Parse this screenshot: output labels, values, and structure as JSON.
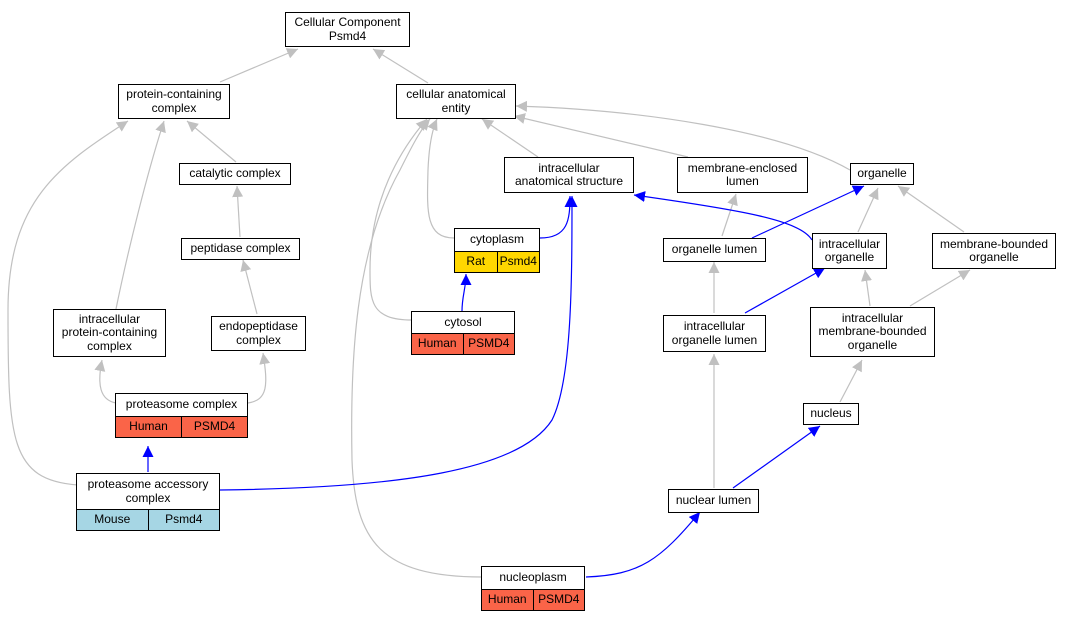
{
  "nodes": {
    "root": "Cellular Component\nPsmd4",
    "protein_containing_complex": "protein-containing\ncomplex",
    "cellular_anatomical_entity": "cellular anatomical\nentity",
    "catalytic_complex": "catalytic complex",
    "intracellular_anatomical_structure": "intracellular\nanatomical structure",
    "membrane_enclosed_lumen": "membrane-enclosed\nlumen",
    "organelle": "organelle",
    "peptidase_complex": "peptidase complex",
    "cytoplasm": "cytoplasm",
    "organelle_lumen": "organelle lumen",
    "intracellular_organelle": "intracellular\norganelle",
    "membrane_bounded_organelle": "membrane-bounded\norganelle",
    "intracellular_protein_containing_complex": "intracellular\nprotein-containing\ncomplex",
    "endopeptidase_complex": "endopeptidase\ncomplex",
    "cytosol": "cytosol",
    "intracellular_organelle_lumen": "intracellular\norganelle lumen",
    "intracellular_membrane_bounded_organelle": "intracellular\nmembrane-bounded\norganelle",
    "proteasome_complex": "proteasome complex",
    "nucleus": "nucleus",
    "proteasome_accessory_complex": "proteasome accessory\ncomplex",
    "nuclear_lumen": "nuclear lumen",
    "nucleoplasm": "nucleoplasm"
  },
  "annotations": {
    "cytoplasm": {
      "species": "Rat",
      "gene": "Psmd4"
    },
    "cytosol": {
      "species": "Human",
      "gene": "PSMD4"
    },
    "proteasome_complex": {
      "species": "Human",
      "gene": "PSMD4"
    },
    "proteasome_accessory_complex": {
      "species": "Mouse",
      "gene": "Psmd4"
    },
    "nucleoplasm": {
      "species": "Human",
      "gene": "PSMD4"
    }
  },
  "colors": {
    "human": "#fa6448",
    "rat": "#ffd700",
    "mouse": "#a6d6e4",
    "is_a_edge": "#c0c0c0",
    "part_of_edge": "#0000ff"
  }
}
